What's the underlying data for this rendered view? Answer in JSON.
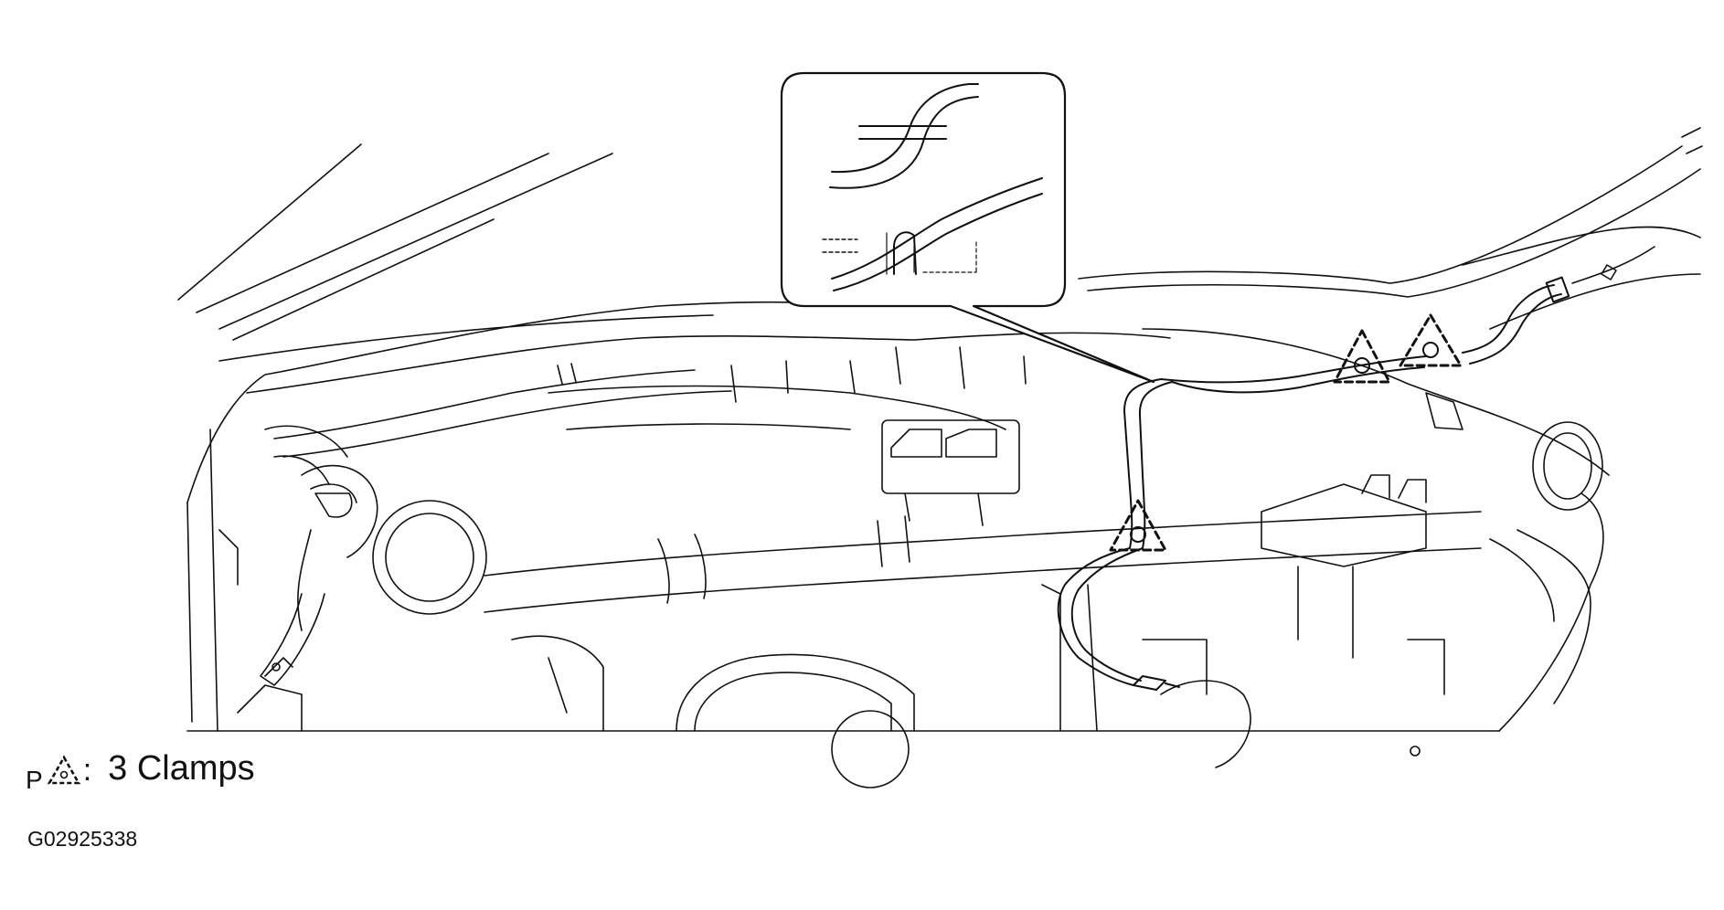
{
  "legend": {
    "prefix": "P",
    "icon": "clamp-triangle-icon",
    "separator": ":",
    "text": "3 Clamps"
  },
  "figure_code": "G02925338",
  "colors": {
    "line": "#111111",
    "background": "#ffffff"
  }
}
